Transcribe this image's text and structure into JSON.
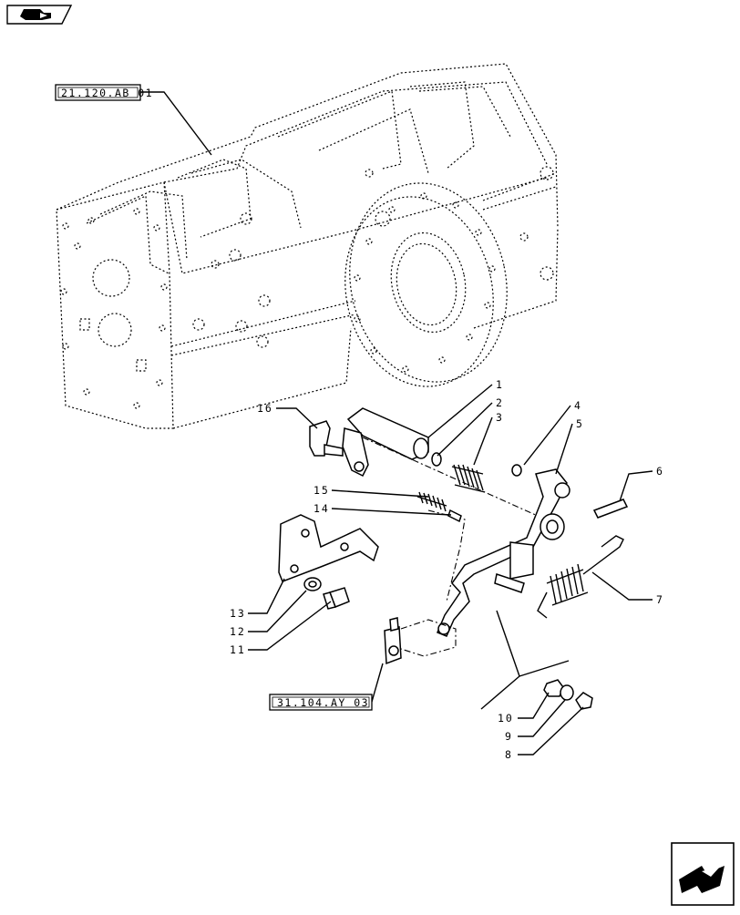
{
  "icons": {
    "nav_top": "back-arrow-icon",
    "nav_bottom": "next-page-arrow-icon"
  },
  "references": [
    {
      "id": "ref-21",
      "text": "21.120.AB 01"
    },
    {
      "id": "ref-31",
      "text": "31.104.AY 03"
    }
  ],
  "callouts": [
    "1",
    "2",
    "3",
    "4",
    "5",
    "6",
    "7",
    "8",
    "9",
    "10",
    "11",
    "12",
    "13",
    "14",
    "15",
    "16"
  ]
}
